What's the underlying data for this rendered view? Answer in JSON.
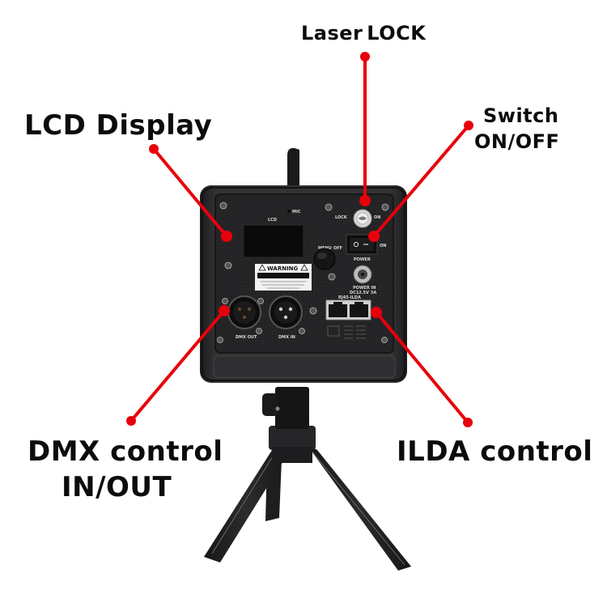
{
  "annotations": {
    "laser_lock": {
      "word1": "Laser",
      "word2": "LOCK"
    },
    "lcd_display": {
      "label": "LCD Display"
    },
    "switch": {
      "line1": "Switch",
      "line2": "ON/OFF"
    },
    "dmx": {
      "line1": "DMX control",
      "line2": "IN/OUT"
    },
    "ilda": {
      "label": "ILDA control"
    }
  },
  "device_panel": {
    "mic_label": "MIC",
    "lcd_label": "LCD",
    "lock_label": "LOCK",
    "lock_on_label": "ON",
    "menu_label": "MENU",
    "off_label": "OFF",
    "switch_on_label": "ON",
    "power_label": "POWER",
    "power_in_label": "POWER IN",
    "power_spec": "DC12.5V 3A",
    "warning_title": "WARNING",
    "rj45_label": "RJ45-ILDA",
    "dmx_out_label": "DMX OUT",
    "dmx_in_label": "DMX IN"
  },
  "colors": {
    "annotation_red": "#e8000b",
    "device_body": "#2a2a2c",
    "label_text": "#0c0c0c"
  }
}
